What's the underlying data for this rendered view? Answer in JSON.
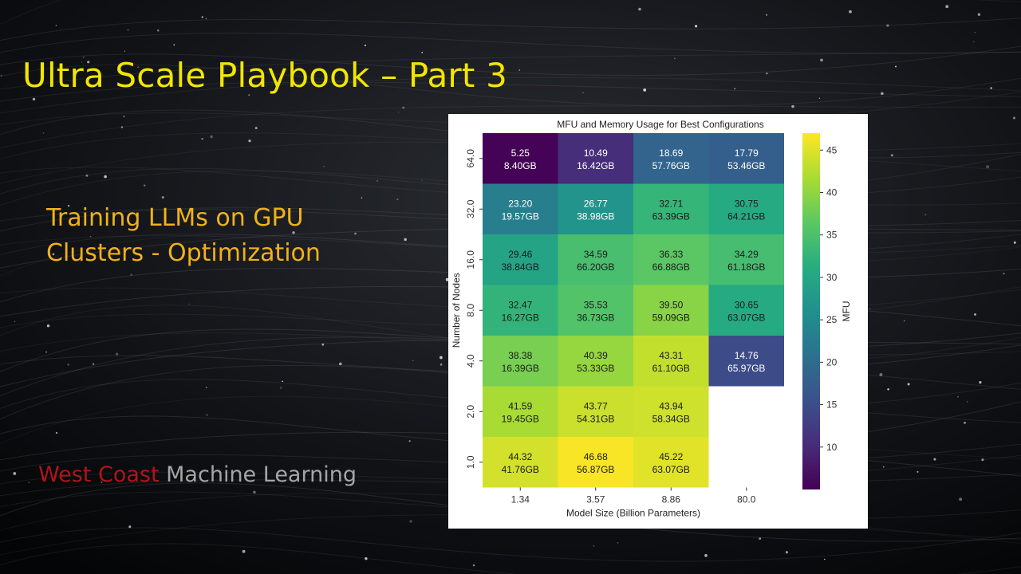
{
  "slide": {
    "title": "Ultra Scale Playbook – Part 3",
    "subtitle_lines": [
      "Training LLMs on GPU",
      "Clusters - Optimization"
    ],
    "brand": {
      "part1": "West Coast",
      "part2": "Machine Learning"
    }
  },
  "colors": {
    "title": "#f2e600",
    "subtitle": "#f0b21a",
    "brand_red": "#b1141a",
    "brand_grey": "#a5a5a5"
  },
  "chart_data": {
    "type": "heatmap",
    "title": "MFU and Memory Usage for Best Configurations",
    "xlabel": "Model Size (Billion Parameters)",
    "ylabel": "Number of Nodes",
    "x_categories": [
      "1.34",
      "3.57",
      "8.86",
      "80.0"
    ],
    "y_categories": [
      "64.0",
      "32.0",
      "16.0",
      "8.0",
      "4.0",
      "2.0",
      "1.0"
    ],
    "colorbar": {
      "label": "MFU",
      "ticks": [
        10,
        15,
        20,
        25,
        30,
        35,
        40,
        45
      ],
      "range": [
        5,
        47
      ],
      "colormap": "viridis"
    },
    "cells": [
      [
        {
          "mfu": 5.25,
          "mem": "8.40GB"
        },
        {
          "mfu": 10.49,
          "mem": "16.42GB"
        },
        {
          "mfu": 18.69,
          "mem": "57.76GB"
        },
        {
          "mfu": 17.79,
          "mem": "53.46GB"
        }
      ],
      [
        {
          "mfu": 23.2,
          "mem": "19.57GB"
        },
        {
          "mfu": 26.77,
          "mem": "38.98GB"
        },
        {
          "mfu": 32.71,
          "mem": "63.39GB"
        },
        {
          "mfu": 30.75,
          "mem": "64.21GB"
        }
      ],
      [
        {
          "mfu": 29.46,
          "mem": "38.84GB"
        },
        {
          "mfu": 34.59,
          "mem": "66.20GB"
        },
        {
          "mfu": 36.33,
          "mem": "66.88GB"
        },
        {
          "mfu": 34.29,
          "mem": "61.18GB"
        }
      ],
      [
        {
          "mfu": 32.47,
          "mem": "16.27GB"
        },
        {
          "mfu": 35.53,
          "mem": "36.73GB"
        },
        {
          "mfu": 39.5,
          "mem": "59.09GB"
        },
        {
          "mfu": 30.65,
          "mem": "63.07GB"
        }
      ],
      [
        {
          "mfu": 38.38,
          "mem": "16.39GB"
        },
        {
          "mfu": 40.39,
          "mem": "53.33GB"
        },
        {
          "mfu": 43.31,
          "mem": "61.10GB"
        },
        {
          "mfu": 14.76,
          "mem": "65.97GB"
        }
      ],
      [
        {
          "mfu": 41.59,
          "mem": "19.45GB"
        },
        {
          "mfu": 43.77,
          "mem": "54.31GB"
        },
        {
          "mfu": 43.94,
          "mem": "58.34GB"
        },
        null
      ],
      [
        {
          "mfu": 44.32,
          "mem": "41.76GB"
        },
        {
          "mfu": 46.68,
          "mem": "56.87GB"
        },
        {
          "mfu": 45.22,
          "mem": "63.07GB"
        },
        null
      ]
    ]
  }
}
